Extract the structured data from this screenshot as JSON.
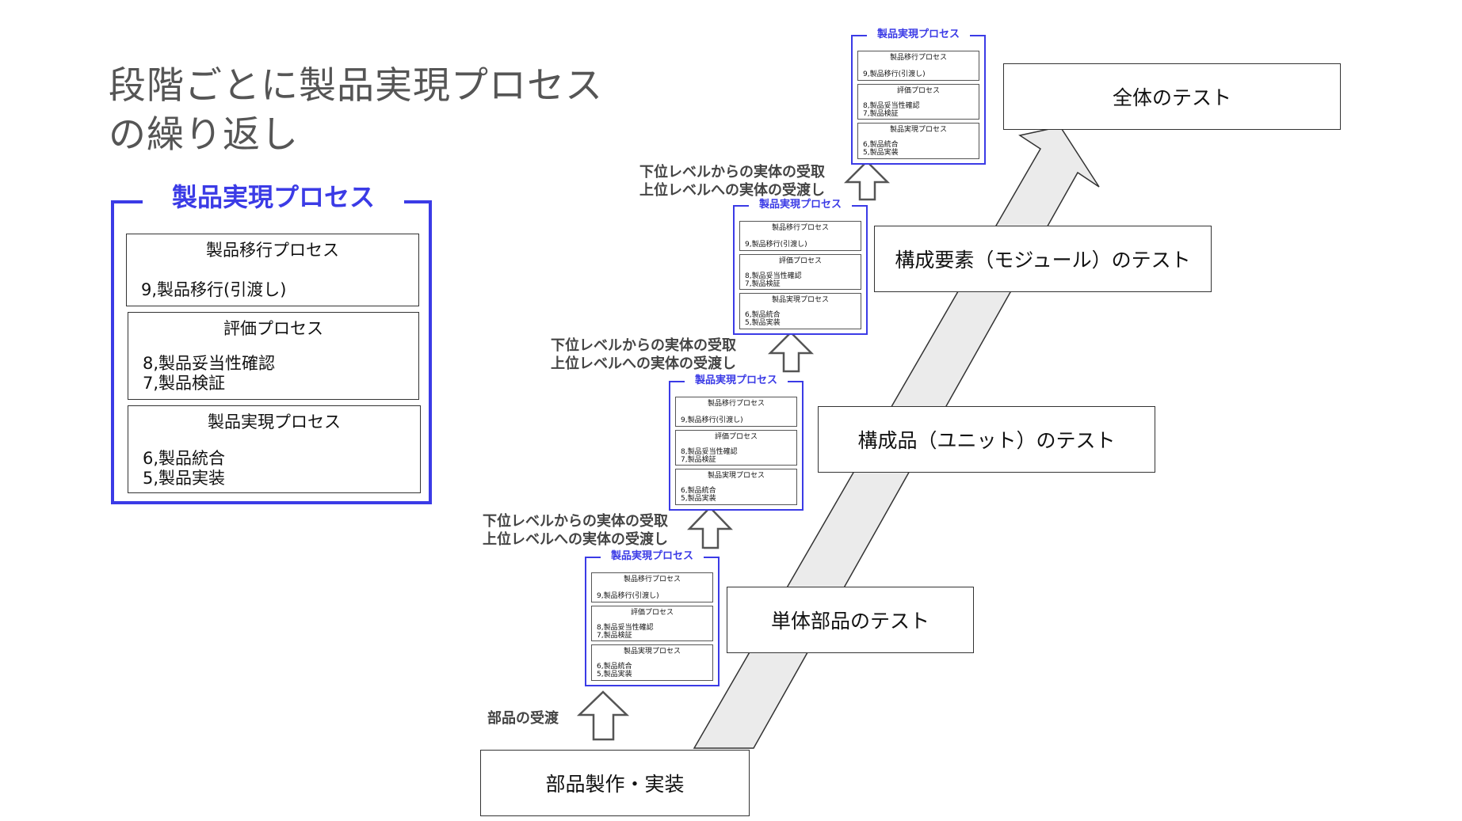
{
  "title": "段階ごとに製品実現プロセス\nの繰り返し",
  "legend": {
    "title": "製品実現プロセス",
    "boxes": [
      {
        "head": "製品移行プロセス",
        "lines": "9,製品移行(引渡し)"
      },
      {
        "head": "評価プロセス",
        "lines": "8,製品妥当性確認\n7,製品検証"
      },
      {
        "head": "製品実現プロセス",
        "lines": "6,製品統合\n5,製品実装"
      }
    ]
  },
  "mini_process": {
    "title": "製品実現プロセス",
    "boxes": [
      {
        "head": "製品移行プロセス",
        "lines": "9,製品移行(引渡し)"
      },
      {
        "head": "評価プロセス",
        "lines": "8,製品妥当性確認\n7,製品検証"
      },
      {
        "head": "製品実現プロセス",
        "lines": "6,製品統合\n5,製品実装"
      }
    ]
  },
  "tests": {
    "bottom": "部品製作・実装",
    "level1": "単体部品のテスト",
    "level2": "構成品（ユニット）のテスト",
    "level3": "構成要素（モジュール）のテスト",
    "level4": "全体のテスト"
  },
  "handover": {
    "first": "部品の受渡",
    "repeat": "下位レベルからの実体の受取\n上位レベルへの実体の受渡し"
  },
  "colors": {
    "accent": "#3b3be6",
    "title_text": "#555555",
    "big_arrow_fill": "#e8e8e8",
    "border": "#333333"
  }
}
